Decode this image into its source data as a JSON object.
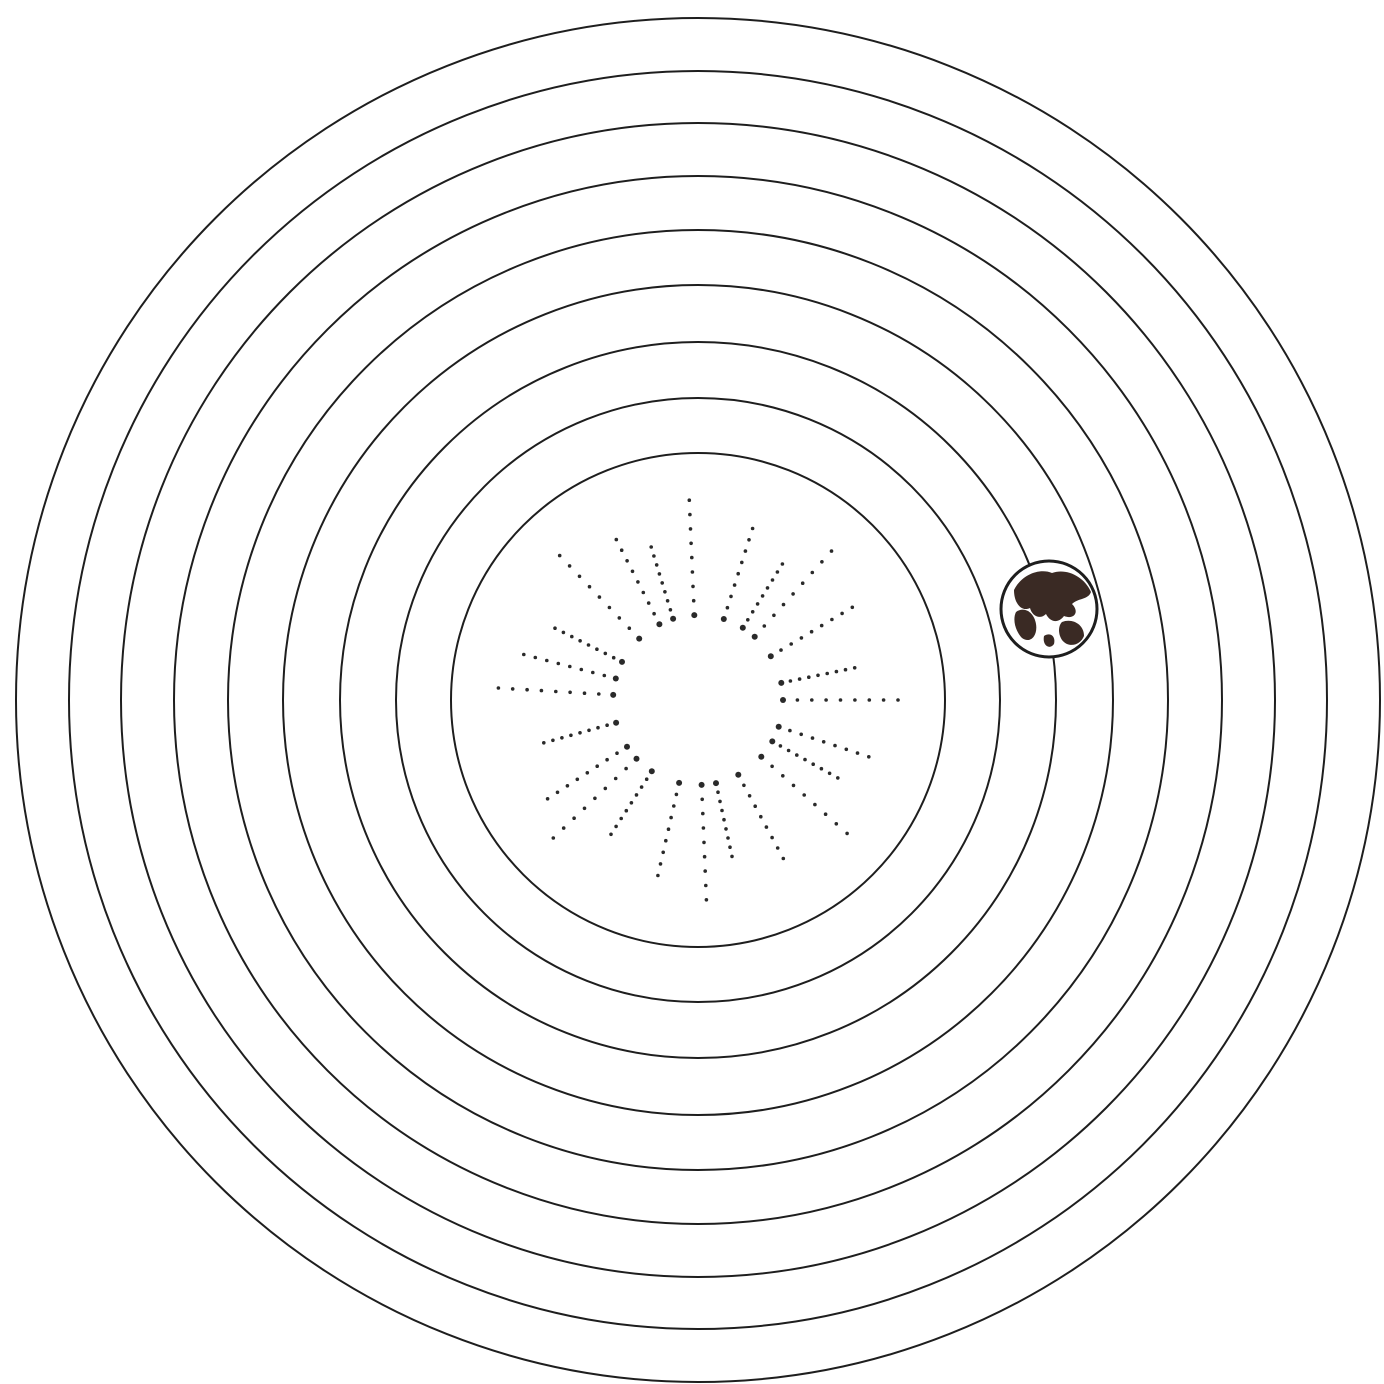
{
  "diagram": {
    "description_free": true,
    "ring_count": 9,
    "sun": {
      "icon": "sun-icon",
      "ray_count": 24
    },
    "planet": {
      "icon": "earth-icon",
      "orbit_index": 2
    },
    "colors": {
      "background": "#ffffff",
      "line": "#1e1e1e",
      "planet_fill": "#3a2a24",
      "dots": "#2a2a2a"
    }
  }
}
